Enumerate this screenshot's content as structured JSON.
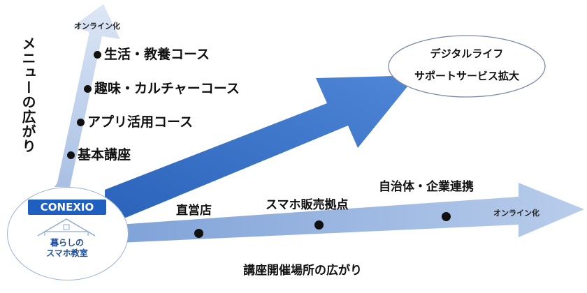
{
  "vertical_arrow": {
    "top_label": "オンライン化",
    "axis_label": "メニューの広がり",
    "items": [
      "生活・教養コース",
      "趣味・カルチャーコース",
      "アプリ活用コース",
      "基本講座"
    ]
  },
  "diagonal_arrow": {
    "target_label_line1": "デジタルライフ",
    "target_label_line2": "サポートサービス拡大"
  },
  "horizontal_arrow": {
    "points": [
      "直営店",
      "スマホ販売拠点",
      "自治体・企業連携"
    ],
    "end_label": "オンライン化",
    "axis_label": "講座開催場所の広がり"
  },
  "logo": {
    "brand": "CONEXIO",
    "line1": "暮らしの",
    "line2": "スマホ教室"
  },
  "colors": {
    "arrow_light": "#c5d4ea",
    "arrow_mid": "#8fb0df",
    "arrow_dark": "#2f6cc4",
    "brand_blue": "#1f5fbf"
  }
}
